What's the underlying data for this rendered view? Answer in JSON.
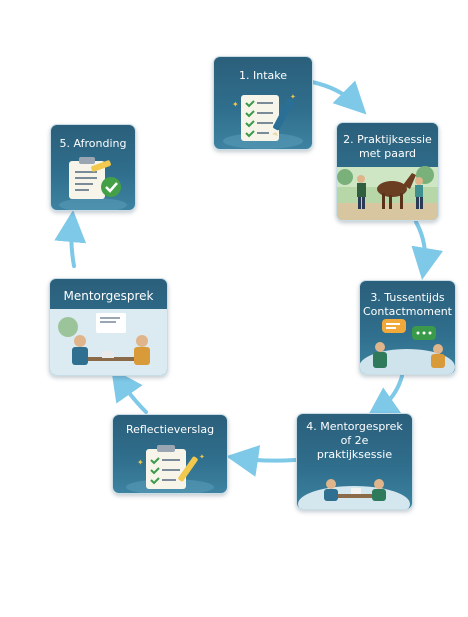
{
  "steps": [
    {
      "label": "1. Intake",
      "icon": "checklist-pen-icon"
    },
    {
      "label": "2. Praktijksessie\nmet paard",
      "icon": "horse-people-scene"
    },
    {
      "label": "3. Tussentijds\nContactmoment",
      "icon": "chat-bubbles-scene"
    },
    {
      "label": "4. Mentorgesprek\nof 2e\npraktijksessie",
      "icon": "meeting-scene"
    },
    {
      "label": "Reflectieverslag",
      "icon": "clipboard-pen-icon"
    },
    {
      "label": "Mentorgesprek",
      "icon": "meeting-laptop-scene"
    },
    {
      "label": "5. Afronding",
      "icon": "clipboard-check-icon"
    }
  ],
  "colors": {
    "card_bg": "#2f6e8c",
    "arrow": "#7ec8e8",
    "accent_green": "#43a047",
    "accent_yellow": "#f2c94c"
  }
}
